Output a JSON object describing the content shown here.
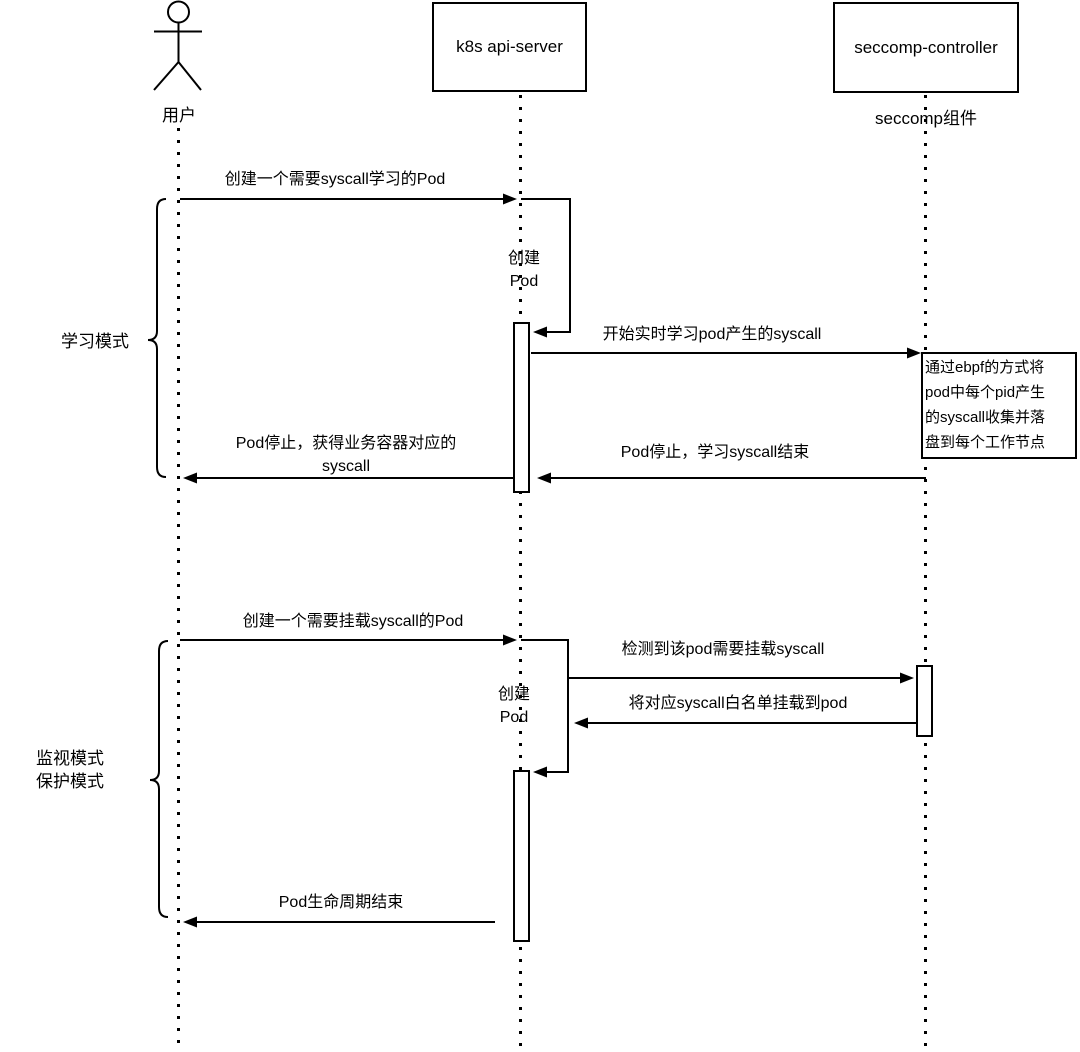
{
  "actors": {
    "user": {
      "label": "用户"
    },
    "api_server": {
      "label": "k8s api-server"
    },
    "seccomp": {
      "label": "seccomp-controller",
      "sublabel": "seccomp组件"
    }
  },
  "sections": [
    {
      "lines": [
        "学习模式"
      ]
    },
    {
      "lines": [
        "监视模式",
        "保护模式"
      ]
    }
  ],
  "messages": {
    "create_learn_pod": "创建一个需要syscall学习的Pod",
    "create_pod_self_1": [
      "创建",
      "Pod"
    ],
    "start_learning": "开始实时学习pod产生的syscall",
    "pod_stop_learning_end": "Pod停止，学习syscall结束",
    "pod_stop_get_syscall": [
      "Pod停止，获得业务容器对应的",
      "syscall"
    ],
    "create_mount_pod": "创建一个需要挂载syscall的Pod",
    "create_pod_self_2": [
      "创建",
      "Pod"
    ],
    "detect_mount": "检测到该pod需要挂载syscall",
    "mount_whitelist": "将对应syscall白名单挂载到pod",
    "pod_lifecycle_end": "Pod生命周期结束"
  },
  "note": {
    "lines": [
      "通过ebpf的方式将",
      "pod中每个pid产生",
      "的syscall收集并落",
      "盘到每个工作节点"
    ]
  },
  "colors": {
    "line": "#000000",
    "background": "#ffffff",
    "shape_fill": "#ffffff"
  }
}
